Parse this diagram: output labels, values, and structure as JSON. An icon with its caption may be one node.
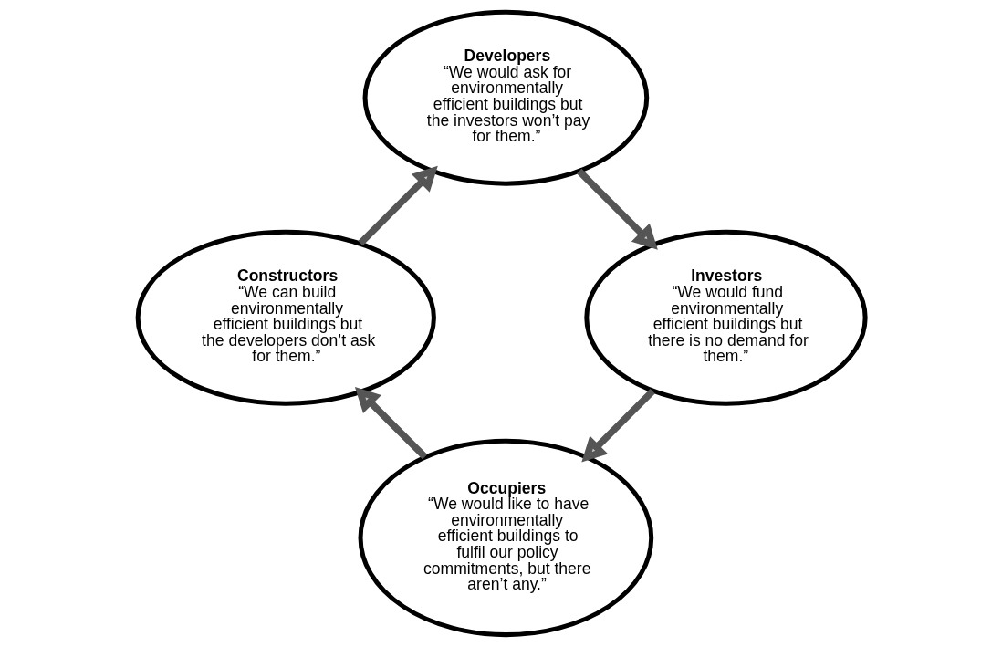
{
  "diagram": {
    "nodes": [
      {
        "text": [
          "Occupiers",
          "“We would like to have environmentally efficient buildings to fulfil our policy commitments, but there aren’t any.”"
        ]
      },
      {
        "text": [
          "Constructors",
          "“We can build environmentally efficient buildings but the developers don’t ask for them.”"
        ]
      },
      {
        "text": [
          "Developers",
          "“We would ask for environmentally efficient buildings but the investors won’t pay for them.”"
        ]
      },
      {
        "text": [
          "Investors",
          "“We would fund environmentally efficient buildings but there is no demand for them.”"
        ]
      }
    ],
    "edges": [
      {
        "from": 0,
        "to": 1,
        "arrow": "to"
      },
      {
        "from": 1,
        "to": 2,
        "arrow": "to"
      },
      {
        "from": 2,
        "to": 3,
        "arrow": "to"
      },
      {
        "from": 3,
        "to": 0,
        "arrow": "to"
      }
    ]
  }
}
